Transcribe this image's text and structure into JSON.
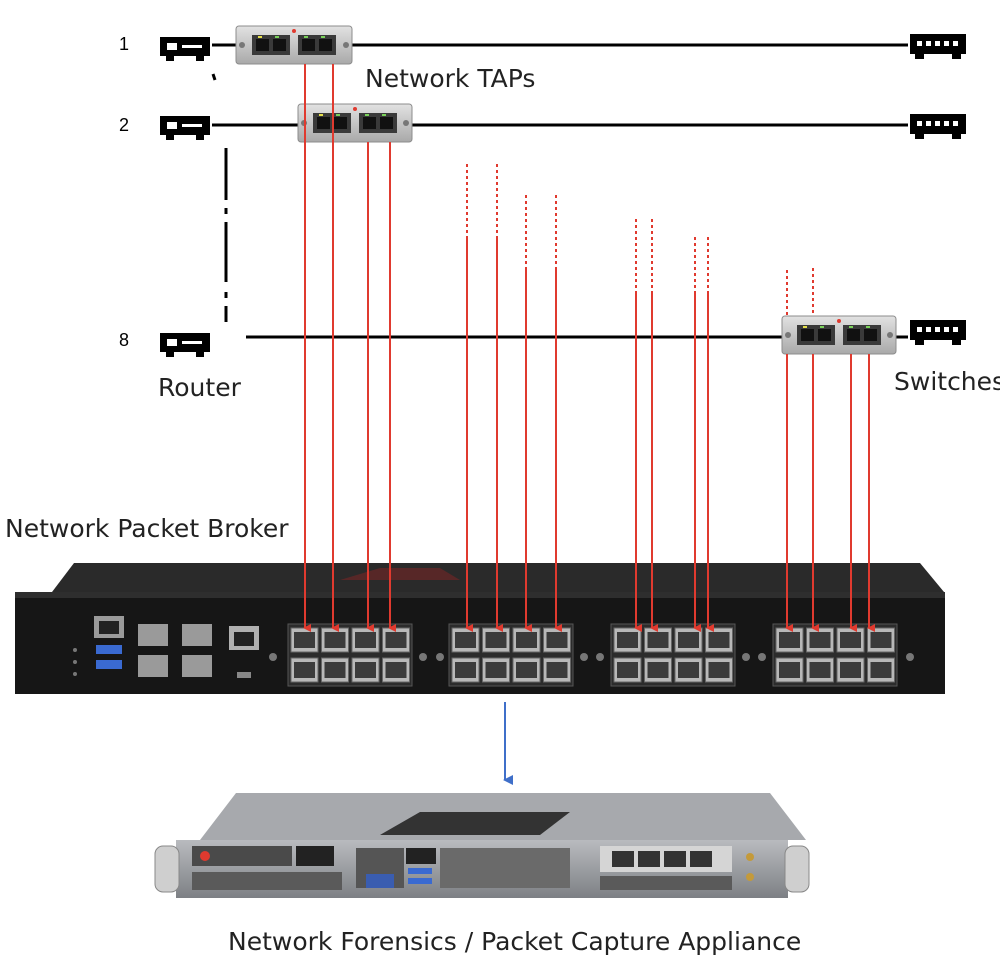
{
  "labels": {
    "row1": "1",
    "row2": "2",
    "row8": "8",
    "taps": "Network TAPs",
    "router": "Router",
    "switches": "Switches",
    "broker": "Network Packet Broker",
    "appliance": "Network Forensics / Packet Capture Appliance"
  },
  "colors": {
    "link": "#000000",
    "mirror": "#e03a2f",
    "output": "#3f6fc9",
    "tap_body": "#c8c8c8",
    "broker_body": "#1c1c1c",
    "appliance_body": "#8d8f93"
  }
}
